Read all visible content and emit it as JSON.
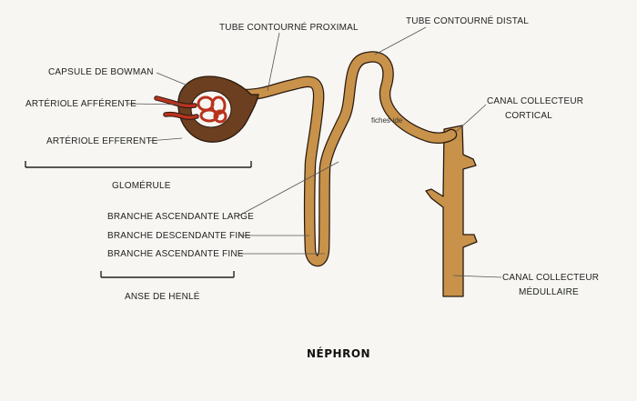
{
  "title": "NÉPHRON",
  "watermark": "fiches-ide",
  "colors": {
    "background": "#f7f6f2",
    "tubule": "#c8924a",
    "capsule": "#6b3f1f",
    "arteriole": "#b9321e",
    "outline": "#2a1a10"
  },
  "labels": {
    "capsule_bowman": "CAPSULE DE BOWMAN",
    "arteriole_afferente": "ARTÉRIOLE AFFÉRENTE",
    "arteriole_efferente": "ARTÉRIOLE EFFERENTE",
    "glomerule": "GLOMÉRULE",
    "tube_proximal": "TUBE CONTOURNÉ PROXIMAL",
    "tube_distal": "TUBE CONTOURNÉ DISTAL",
    "canal_cortical_line1": "CANAL COLLECTEUR",
    "canal_cortical_line2": "CORTICAL",
    "branche_ascendante_large": "BRANCHE ASCENDANTE LARGE",
    "branche_descendante_fine": "BRANCHE DESCENDANTE FINE",
    "branche_ascendante_fine": "BRANCHE ASCENDANTE FINE",
    "anse_henle": "ANSE DE HENLÉ",
    "canal_medullaire_line1": "CANAL COLLECTEUR",
    "canal_medullaire_line2": "MÉDULLAIRE"
  }
}
